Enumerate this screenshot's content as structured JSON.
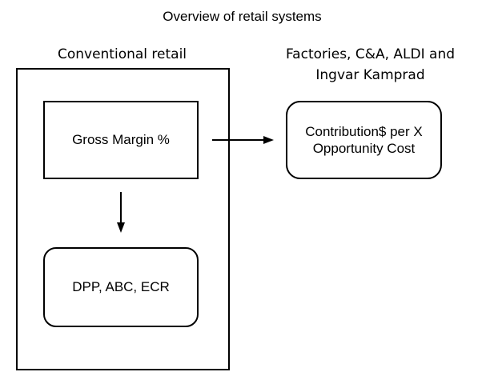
{
  "title": "Overview of retail systems",
  "conventional": {
    "label": "Conventional retail",
    "gross_margin": "Gross Margin %",
    "methods": "DPP, ABC, ECR"
  },
  "alternative": {
    "label_line1": "Factories, C&A, ALDI and",
    "label_line2": "Ingvar Kamprad",
    "contribution_line1": "Contribution$ per X",
    "contribution_line2": "Opportunity Cost"
  }
}
